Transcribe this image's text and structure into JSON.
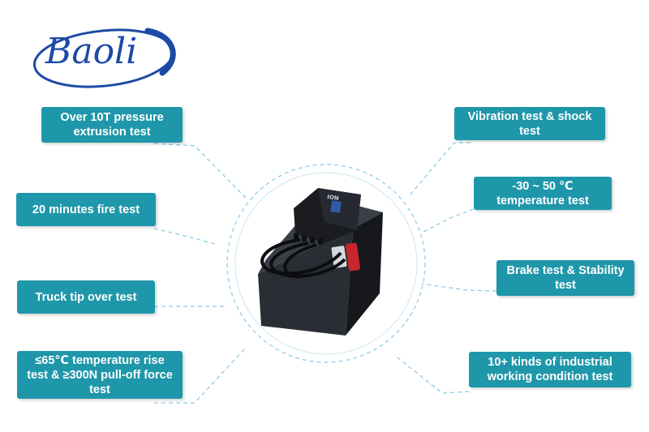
{
  "brand": {
    "logo_text": "Baoli",
    "logo_color": "#1c4aa6"
  },
  "accent_color": "#1f97aa",
  "product": {
    "name": "battery-pack",
    "badge_text": "ION"
  },
  "features": {
    "pressure": "Over 10T pressure extrusion test",
    "fire": "20 minutes fire test",
    "tip": "Truck tip over test",
    "temp_rise": "≤65℃ temperature rise test & ≥300N pull-off force test",
    "vibration": "Vibration test & shock test",
    "temperature": "-30 ~ 50 ℃ temperature test",
    "brake": "Brake test & Stability test",
    "industrial": "10+ kinds of industrial working condition test"
  }
}
